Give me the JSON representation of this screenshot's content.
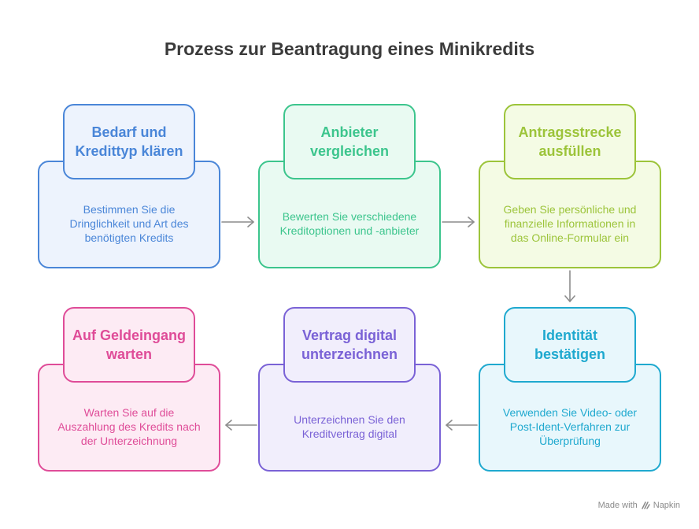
{
  "title": "Prozess zur Beantragung eines Minikredits",
  "steps": [
    {
      "title": "Bedarf und Kredittyp klären",
      "desc": "Bestimmen Sie die Dringlichkeit und Art des benötigten Kredits",
      "color": "#4a86d8",
      "fill": "#edf3fd"
    },
    {
      "title": "Anbieter vergleichen",
      "desc": "Bewerten Sie verschiedene Kreditoptionen und -anbieter",
      "color": "#3cc58d",
      "fill": "#e9faf2"
    },
    {
      "title": "Antragsstrecke ausfüllen",
      "desc": "Geben Sie persönliche und finanzielle Informationen in das Online-Formular ein",
      "color": "#9cc43a",
      "fill": "#f4fbe4"
    },
    {
      "title": "Identität bestätigen",
      "desc": "Verwenden Sie Video- oder Post-Ident-Verfahren zur Überprüfung",
      "color": "#1fa9cf",
      "fill": "#e8f7fc"
    },
    {
      "title": "Vertrag digital unterzeichnen",
      "desc": "Unterzeichnen Sie den Kreditvertrag digital",
      "color": "#7a62d6",
      "fill": "#f1eefc"
    },
    {
      "title": "Auf Geldeingang warten",
      "desc": "Warten Sie auf die Auszahlung des Kredits nach der Unterzeichnung",
      "color": "#df4c98",
      "fill": "#fdebf4"
    }
  ],
  "footer": {
    "made_with": "Made with",
    "brand": "Napkin"
  }
}
